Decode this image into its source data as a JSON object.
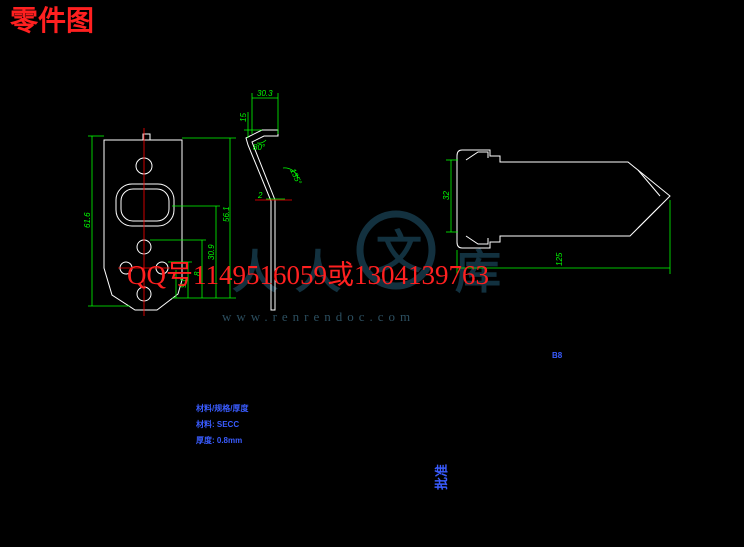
{
  "title": "零件图",
  "watermark": {
    "chars": [
      "人",
      "人",
      "文",
      "库"
    ],
    "url": "www.renrendoc.com",
    "contact": "QQ号1149516059或1304139763"
  },
  "dimensions": {
    "top_width": "30.3",
    "top_height": "15",
    "bend_angle": "80°",
    "side_angle": "135°",
    "thickness": "2",
    "overall_height": "61.6",
    "hole_height_1": "56.1",
    "hole_height_2": "30.9",
    "hole_height_3": "8",
    "hole_height_4": "9.8",
    "blank_height": "32",
    "blank_length": "125"
  },
  "spec_lines": [
    "材料/规格/厚度",
    "材料: SECC",
    "厚度: 0.8mm"
  ],
  "blue_mark": "B8",
  "signature": "批准"
}
